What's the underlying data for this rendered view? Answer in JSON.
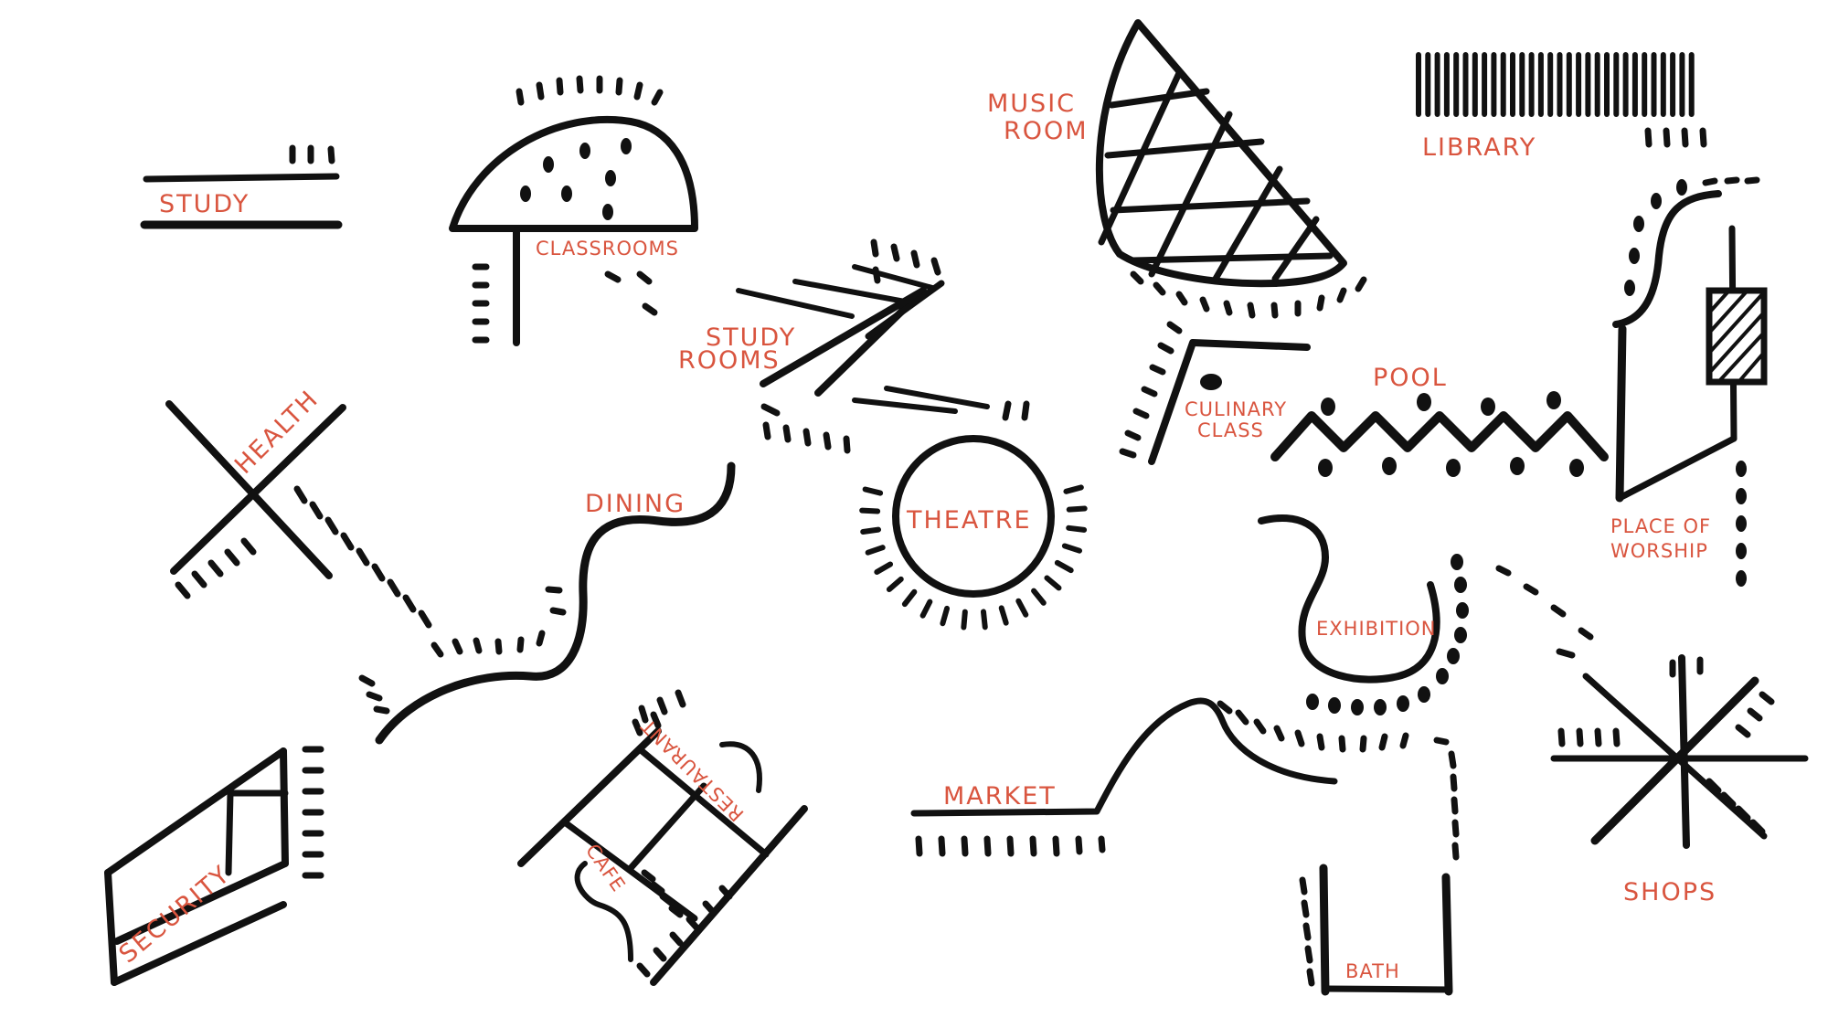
{
  "colors": {
    "ink": "#111111",
    "label": "#d9553f",
    "background": "#ffffff"
  },
  "labels": {
    "study": "STUDY",
    "classrooms": "CLASSROOMS",
    "study_rooms_1": "STUDY",
    "study_rooms_2": "ROOMS",
    "music_room_1": "MUSIC",
    "music_room_2": "ROOM",
    "library": "LIBRARY",
    "health": "HEALTH",
    "dining": "DINING",
    "theatre": "THEATRE",
    "culinary_1": "CULINARY",
    "culinary_2": "CLASS",
    "pool": "POOL",
    "place_of_worship_1": "PLACE OF",
    "place_of_worship_2": "WORSHIP",
    "exhibition": "EXHIBITION",
    "security": "SECURITY",
    "restaurant": "RESTAURANT",
    "cafe": "CAFE",
    "market": "MARKET",
    "bath": "BATH",
    "shops": "SHOPS"
  }
}
